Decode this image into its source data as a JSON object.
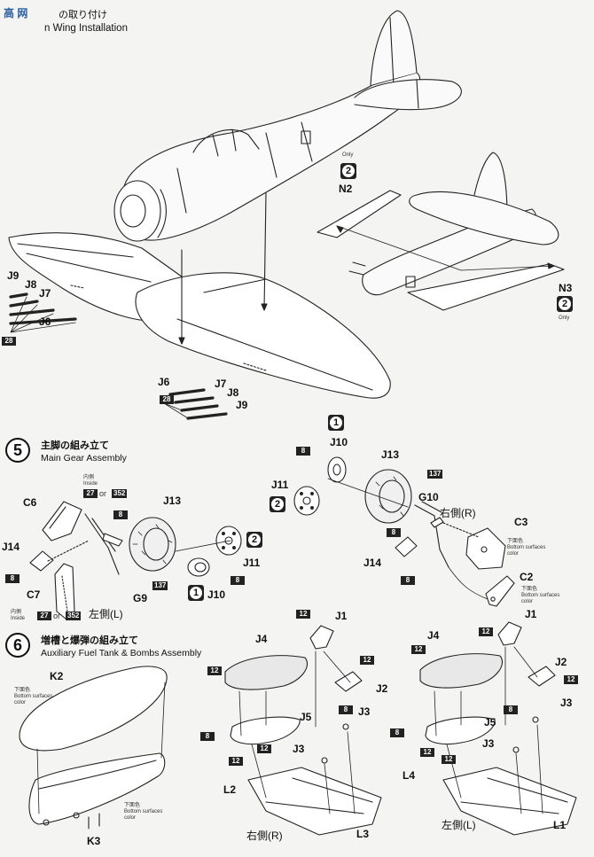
{
  "header": {
    "logo_text": "高 网",
    "jp_title": "の取り付け",
    "en_title": "n Wing Installation"
  },
  "step5": {
    "number": "5",
    "jp": "主脚の組み立て",
    "en": "Main Gear Assembly"
  },
  "step6": {
    "number": "6",
    "jp": "増槽と爆弾の組み立て",
    "en": "Auxiliary Fuel Tank & Bombs Assembly"
  },
  "wing": {
    "top_parts": [
      "J9",
      "J8",
      "J7",
      "J6"
    ],
    "bottom_parts": [
      "J6",
      "J7",
      "J8",
      "J9"
    ],
    "chip": "28",
    "n2": "N2",
    "n3": "N3",
    "only": "Only",
    "badge": "2"
  },
  "gear": {
    "badge1": "1",
    "badge2": "2",
    "j10": "J10",
    "j11": "J11",
    "j13": "J13",
    "j14": "J14",
    "c6": "C6",
    "c7": "C7",
    "g9": "G9",
    "g10": "G10",
    "c2": "C2",
    "c3": "C3",
    "chip8": "8",
    "chip137": "137",
    "inside_jp": "内側",
    "inside_en": "Inside",
    "color_a": "27",
    "or": "or",
    "color_b": "352",
    "left_side": "左側(L)",
    "right_side": "右側(R)",
    "bottom_jp": "下面色",
    "bottom_en1": "Bottom surfaces",
    "bottom_en2": "color"
  },
  "tank": {
    "k2": "K2",
    "k3": "K3",
    "bottom_jp": "下面色",
    "bottom_en1": "Bottom surfaces",
    "bottom_en2": "color"
  },
  "bombs": {
    "j1": "J1",
    "j2": "J2",
    "j3": "J3",
    "j4": "J4",
    "j5": "J5",
    "l1": "L1",
    "l2": "L2",
    "l3": "L3",
    "l4": "L4",
    "chip12": "12",
    "chip8": "8",
    "right_side": "右側(R)",
    "left_side": "左側(L)"
  }
}
